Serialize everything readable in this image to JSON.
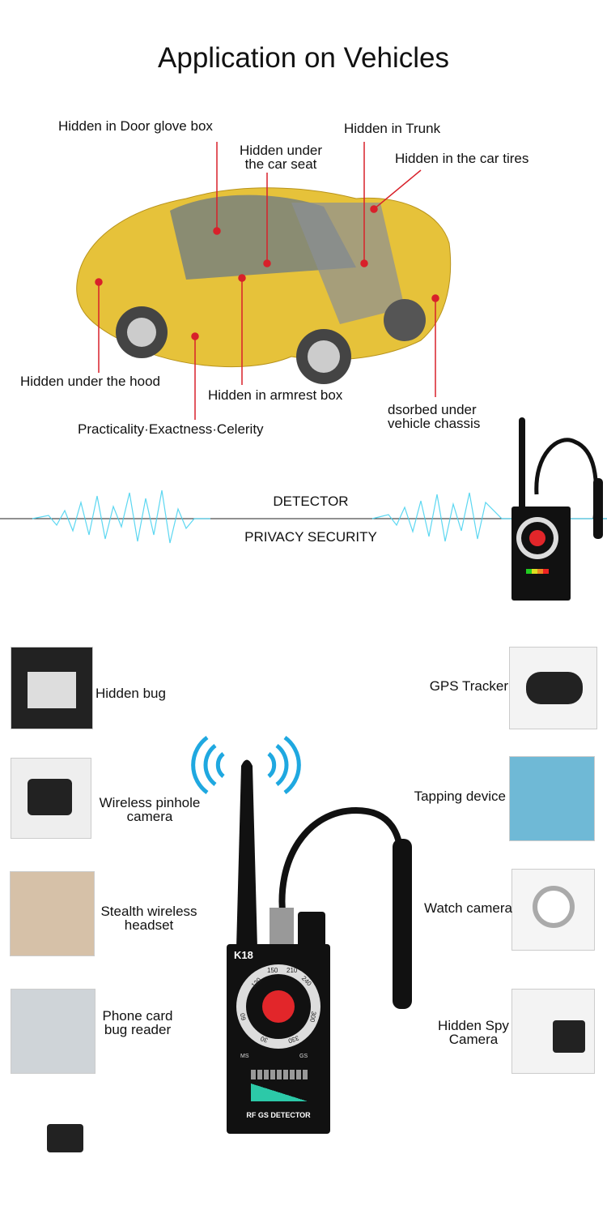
{
  "title": "Application on Vehicles",
  "car_labels": {
    "glove_box": "Hidden in Door glove box",
    "seat_1": "Hidden under",
    "seat_2": "the car seat",
    "trunk": "Hidden in Trunk",
    "tires": "Hidden in the car tires",
    "hood": "Hidden under the hood",
    "armrest": "Hidden in armrest box",
    "slogan": "Practicality·Exactness·Celerity",
    "chassis_1": "dsorbed under",
    "chassis_2": "vehicle chassis"
  },
  "banner": {
    "line1": "DETECTOR",
    "line2": "PRIVACY SECURITY"
  },
  "device": {
    "model": "K18",
    "label": "RF GS DETECTOR",
    "left_key": "MS",
    "right_key": "GS",
    "dial": [
      "120",
      "150",
      "210",
      "240",
      "300",
      "330",
      "30",
      "60"
    ]
  },
  "left_items": [
    {
      "l1": "Hidden bug",
      "l2": ""
    },
    {
      "l1": "Wireless pinhole",
      "l2": "camera"
    },
    {
      "l1": "Stealth wireless",
      "l2": "headset"
    },
    {
      "l1": "Phone card",
      "l2": "bug reader"
    }
  ],
  "right_items": [
    {
      "l1": "GPS Tracker",
      "l2": ""
    },
    {
      "l1": "Tapping device",
      "l2": ""
    },
    {
      "l1": "Watch camera",
      "l2": ""
    },
    {
      "l1": "Hidden Spy",
      "l2": "Camera"
    }
  ],
  "colors": {
    "accent": "#d8202a",
    "car": "#e6c23a",
    "wave": "#3fd0ee",
    "device": "#111111"
  }
}
